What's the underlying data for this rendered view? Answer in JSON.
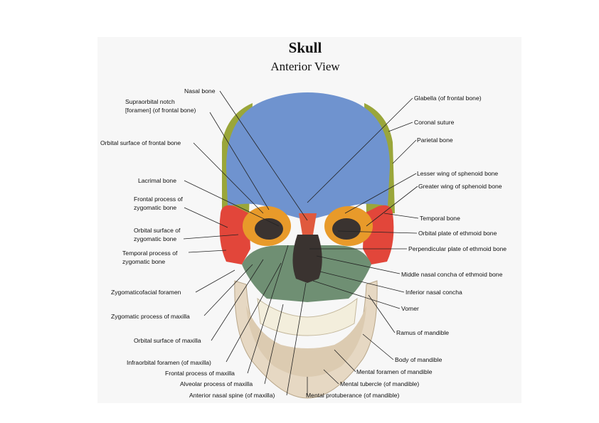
{
  "title": "Skull",
  "subtitle": "Anterior View",
  "labels_left": [
    {
      "key": "nasal",
      "text": "Nasal bone"
    },
    {
      "key": "supraorbital1",
      "text": "Supraorbital notch"
    },
    {
      "key": "supraorbital2",
      "text": "[foramen] (of frontal bone)"
    },
    {
      "key": "orbital_frontal",
      "text": "Orbital surface of frontal bone"
    },
    {
      "key": "lacrimal",
      "text": "Lacrimal bone"
    },
    {
      "key": "frontal_proc1",
      "text": "Frontal process of"
    },
    {
      "key": "frontal_proc2",
      "text": "zygomatic bone"
    },
    {
      "key": "orbital_zyg1",
      "text": "Orbital surface of"
    },
    {
      "key": "orbital_zyg2",
      "text": "zygomatic bone"
    },
    {
      "key": "temporal_proc1",
      "text": "Temporal process of"
    },
    {
      "key": "temporal_proc2",
      "text": "zygomatic bone"
    },
    {
      "key": "zygomaticofacial",
      "text": "Zygomaticofacial foramen"
    },
    {
      "key": "zyg_proc_max",
      "text": "Zygomatic process of maxilla"
    },
    {
      "key": "orbital_max",
      "text": "Orbital surface of maxilla"
    },
    {
      "key": "infraorbital",
      "text": "Infraorbital foramen (of maxilla)"
    },
    {
      "key": "frontal_proc_max",
      "text": "Frontal process of maxilla"
    },
    {
      "key": "alveolar",
      "text": "Alveolar process of maxilla"
    },
    {
      "key": "nasal_spine",
      "text": "Anterior nasal spine (of maxilla)"
    }
  ],
  "labels_right": [
    {
      "key": "glabella",
      "text": "Glabella (of frontal bone)"
    },
    {
      "key": "coronal",
      "text": "Coronal suture"
    },
    {
      "key": "parietal",
      "text": "Parietal bone"
    },
    {
      "key": "lesser_wing",
      "text": "Lesser wing of sphenoid bone"
    },
    {
      "key": "greater_wing",
      "text": "Greater wing of sphenoid bone"
    },
    {
      "key": "temporal",
      "text": "Temporal bone"
    },
    {
      "key": "orbital_ethmoid",
      "text": "Orbital plate of ethmoid bone"
    },
    {
      "key": "perp_ethmoid",
      "text": "Perpendicular plate of ethmoid bone"
    },
    {
      "key": "middle_concha",
      "text": "Middle nasal concha of ethmoid bone"
    },
    {
      "key": "inferior_concha",
      "text": "Inferior nasal concha"
    },
    {
      "key": "vomer",
      "text": "Vomer"
    },
    {
      "key": "ramus",
      "text": "Ramus of mandible"
    },
    {
      "key": "body_mand",
      "text": "Body of mandible"
    },
    {
      "key": "mental_foramen",
      "text": "Mental foramen of mandible"
    },
    {
      "key": "mental_tubercle",
      "text": "Mental tubercle (of mandible)"
    },
    {
      "key": "mental_protuberance",
      "text": "Mental protuberance (of mandible)"
    }
  ],
  "colors": {
    "frontal": "#6f93cf",
    "parietal": "#9aa63a",
    "zygomatic": "#e2463a",
    "maxilla": "#6f8f73",
    "sphenoid": "#e89a2a",
    "mandible": "#e6d8c3",
    "teeth": "#f3eedc",
    "nasal": "#e05a3e",
    "cavity": "#3a3330"
  }
}
